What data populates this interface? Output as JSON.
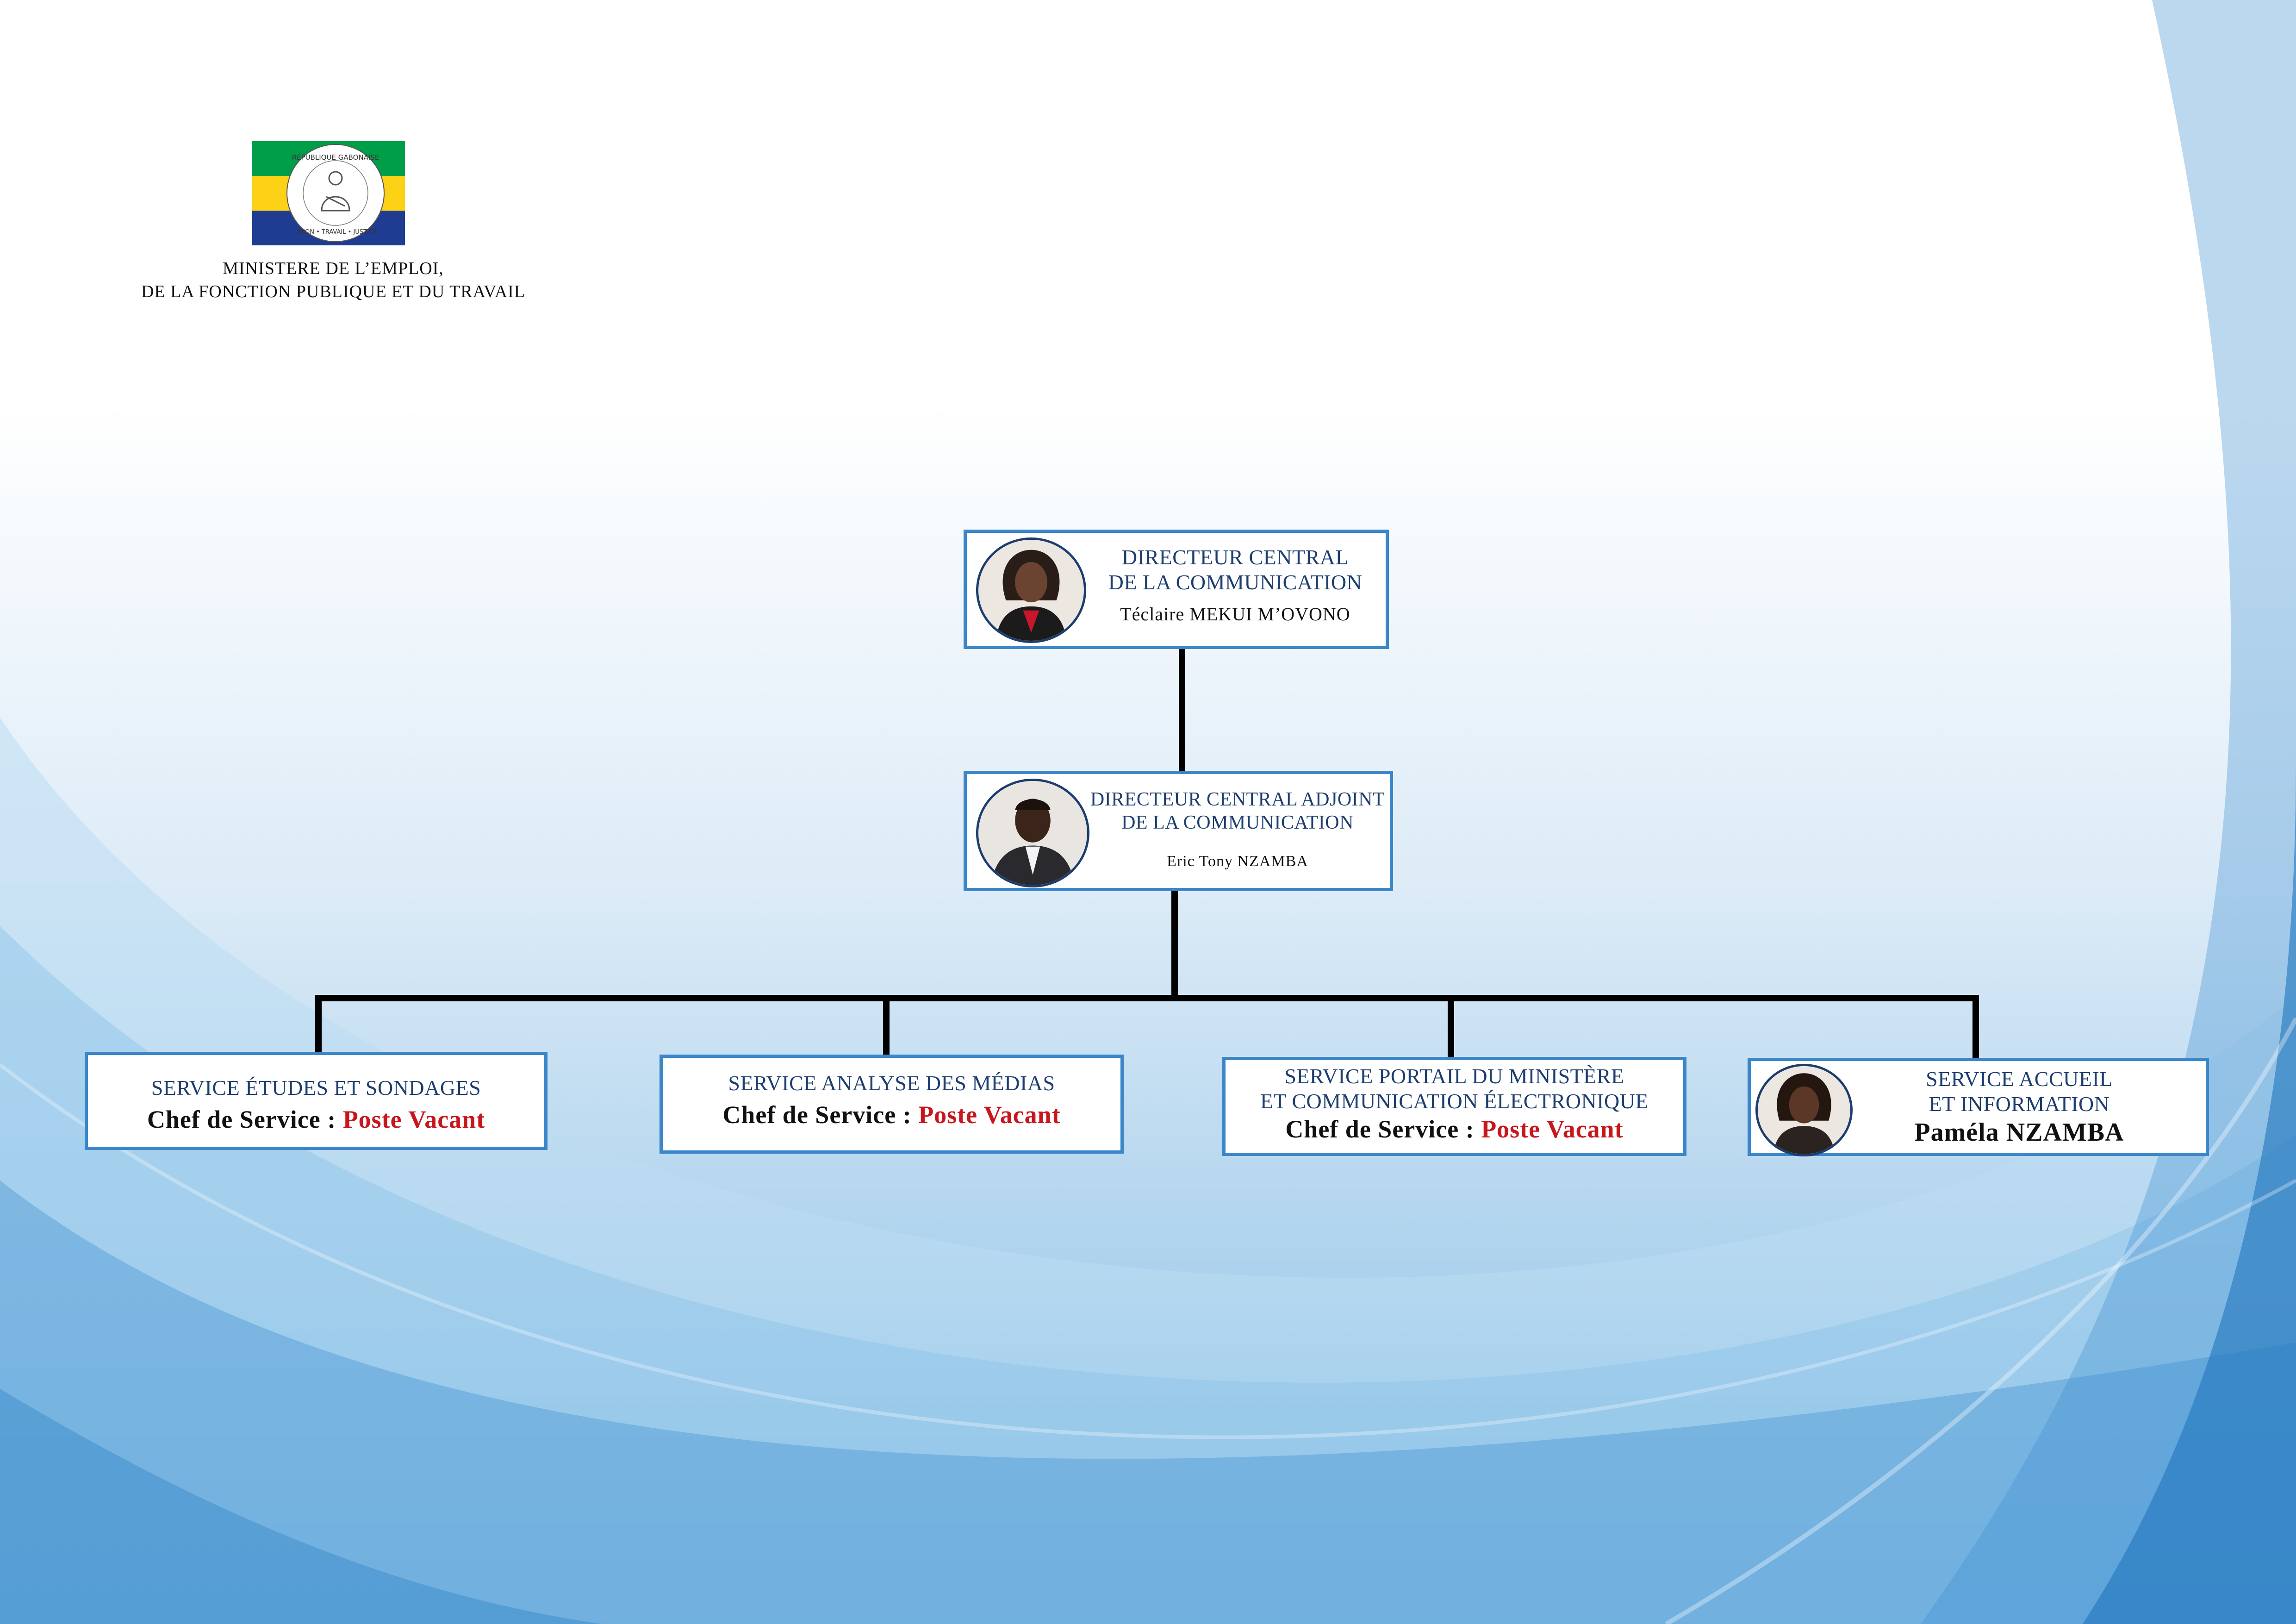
{
  "header": {
    "ministry_line1": "MINISTERE DE L’EMPLOI,",
    "ministry_line2": "DE LA FONCTION PUBLIQUE ET DU TRAVAIL",
    "emblem_text_top": "RÉPUBLIQUE GABONAISE",
    "emblem_text_bottom": "UNION • TRAVAIL • JUSTICE",
    "flag_colors": [
      "#009e49",
      "#fcd116",
      "#1f3c93"
    ]
  },
  "director": {
    "title_line1": "DIRECTEUR CENTRAL",
    "title_line2": "DE LA COMMUNICATION",
    "name": "Téclaire MEKUI M’OVONO",
    "photo_icon": "portrait-woman"
  },
  "deputy": {
    "title_line1": "DIRECTEUR CENTRAL ADJOINT",
    "title_line2": "DE LA COMMUNICATION",
    "name": "Eric Tony NZAMBA",
    "photo_icon": "portrait-man"
  },
  "services": [
    {
      "title_line1": "SERVICE ÉTUDES ET SONDAGES",
      "chief_label": "Chef de Service :",
      "chief_value": "Poste Vacant"
    },
    {
      "title_line1": "SERVICE ANALYSE DES MÉDIAS",
      "chief_label": "Chef de Service :",
      "chief_value": "Poste Vacant"
    },
    {
      "title_line1": "SERVICE PORTAIL DU MINISTÈRE",
      "title_line2": "ET COMMUNICATION ÉLECTRONIQUE",
      "chief_label": "Chef de Service :",
      "chief_value": "Poste Vacant"
    },
    {
      "title_line1": "SERVICE ACCUEIL",
      "title_line2": "ET INFORMATION",
      "name": "Paméla NZAMBA",
      "photo_icon": "portrait-woman"
    }
  ],
  "colors": {
    "box_border": "#3a86c8",
    "title_text": "#1c3d6e",
    "vacant_text": "#c8161d",
    "connector": "#000000"
  }
}
